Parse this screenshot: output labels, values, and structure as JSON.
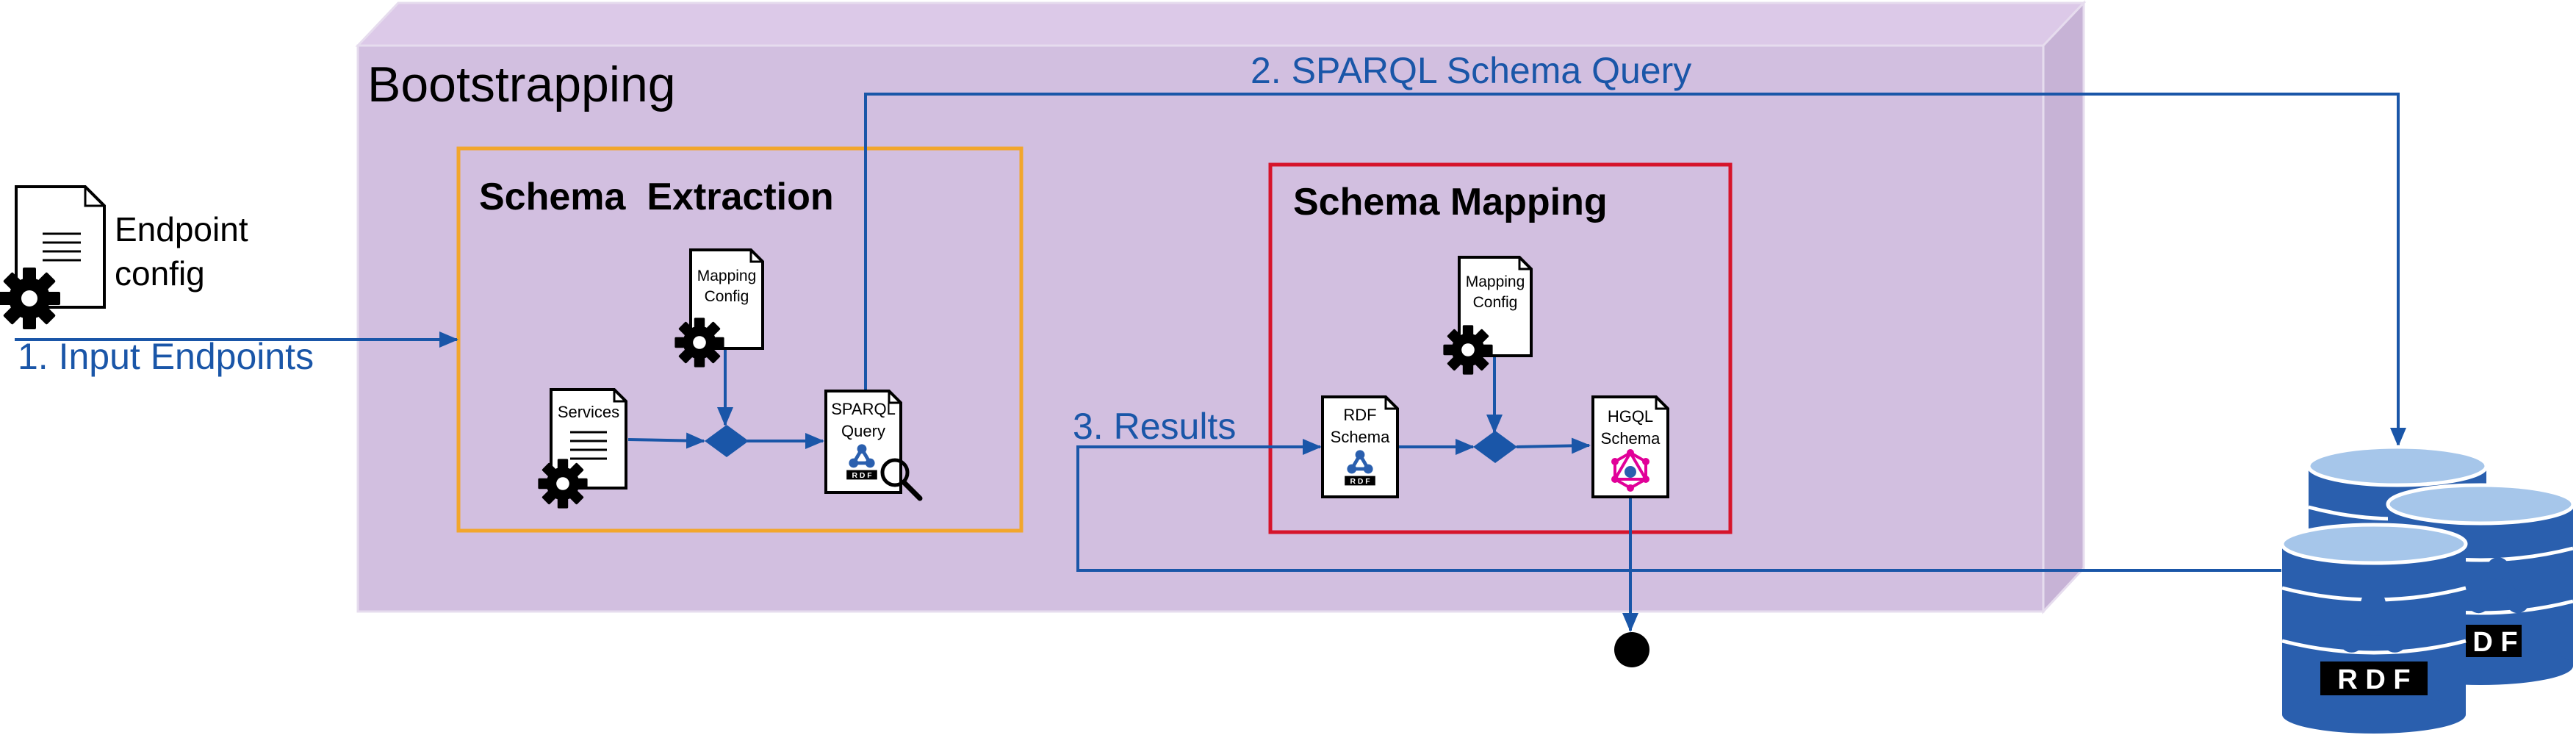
{
  "diagram": {
    "container_title": "Bootstrapping",
    "schema_extraction": {
      "title": "Schema  Extraction",
      "mapping_config": [
        "Mapping",
        "Config"
      ],
      "services": "Services",
      "sparql_query": [
        "SPARQL",
        "Query"
      ]
    },
    "schema_mapping": {
      "title": "Schema Mapping",
      "mapping_config": [
        "Mapping",
        "Config"
      ],
      "rdf_schema": [
        "RDF",
        "Schema"
      ],
      "hgql_schema": [
        "HGQL",
        "Schema"
      ]
    },
    "endpoint_config": [
      "Endpoint",
      "config"
    ],
    "flows": {
      "input_endpoints": "1. Input Endpoints",
      "sparql_schema_query": "2. SPARQL Schema Query",
      "results": "3. Results"
    },
    "rdf_badge": "R D F",
    "rdf_badge_partial": "D F"
  },
  "colors": {
    "container_fill": "#d2bfe0",
    "container_top": "#dcc9e8",
    "container_side": "#c7b3d6",
    "extraction_border": "#f2a62c",
    "mapping_border": "#d6142b",
    "flow_blue": "#1a56a8",
    "db_blue": "#2a5fae",
    "db_light": "#a6c6ea"
  },
  "icons": [
    "document-icon",
    "gear-icon",
    "gateway-diamond-icon",
    "rdf-logo-icon",
    "magnifier-icon",
    "graphql-logo-icon",
    "database-icon",
    "end-event-icon"
  ]
}
